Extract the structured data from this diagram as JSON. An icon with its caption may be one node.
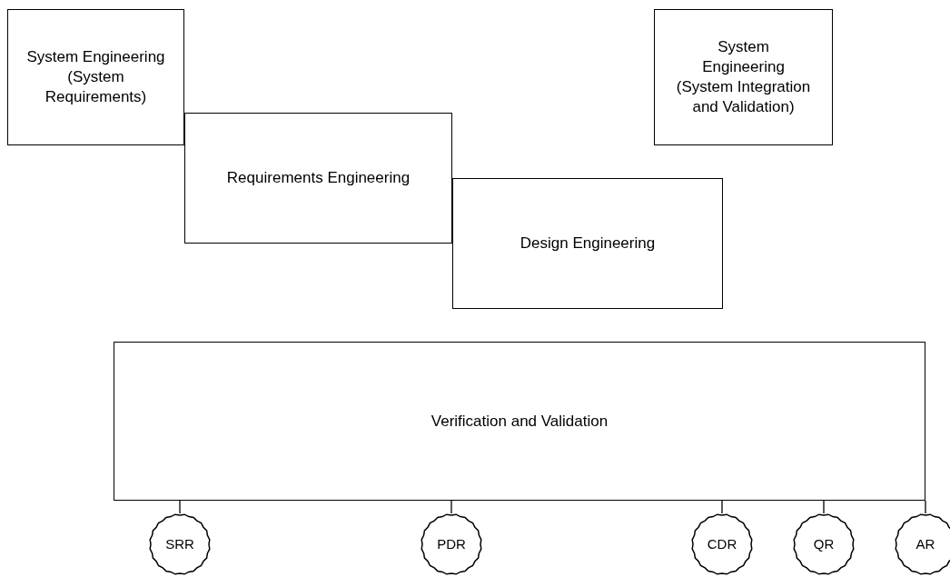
{
  "diagram": {
    "nodes": [
      {
        "text": [
          "System Engineering (System Requirements)"
        ]
      },
      {
        "text": [
          "Requirements Engineering"
        ]
      },
      {
        "text": [
          "Design Engineering"
        ]
      },
      {
        "text": [
          "System Engineering (System Integration and Validation)"
        ]
      },
      {
        "text": [
          "Verification and Validation"
        ]
      },
      {
        "text": [
          "SRR"
        ]
      },
      {
        "text": [
          "PDR"
        ]
      },
      {
        "text": [
          "CDR"
        ]
      },
      {
        "text": [
          "QR"
        ]
      },
      {
        "text": [
          "AR"
        ]
      }
    ],
    "edges": [
      {
        "from": 4,
        "to": 5,
        "arrow": "none"
      },
      {
        "from": 4,
        "to": 6,
        "arrow": "none"
      },
      {
        "from": 4,
        "to": 7,
        "arrow": "none"
      },
      {
        "from": 4,
        "to": 8,
        "arrow": "none"
      },
      {
        "from": 4,
        "to": 9,
        "arrow": "none"
      }
    ]
  }
}
